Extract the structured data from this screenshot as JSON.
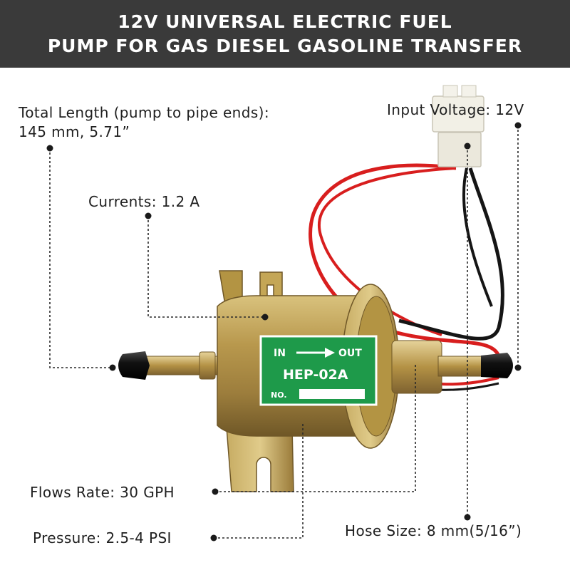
{
  "header": {
    "line1": "12V UNIVERSAL ELECTRIC FUEL",
    "line2": "PUMP FOR GAS DIESEL GASOLINE TRANSFER"
  },
  "specs": {
    "total_length": "Total Length (pump to pipe ends): 145 mm, 5.71”",
    "currents": "Currents: 1.2 A",
    "input_voltage": "Input Voltage: 12V",
    "flow_rate": "Flows Rate: 30 GPH",
    "pressure": "Pressure: 2.5-4 PSI",
    "hose_size": "Hose Size: 8 mm(5/16”)"
  },
  "pump_label": {
    "in": "IN",
    "out": "OUT",
    "model": "HEP-02A",
    "no": "NO."
  },
  "colors": {
    "header_bg": "#3a3a3a",
    "label_green": "#1e9a4a",
    "pump_gold": "#b99a52",
    "wire_red": "#d81e1e",
    "wire_black": "#151515",
    "connector_white": "#f2f0e6"
  }
}
